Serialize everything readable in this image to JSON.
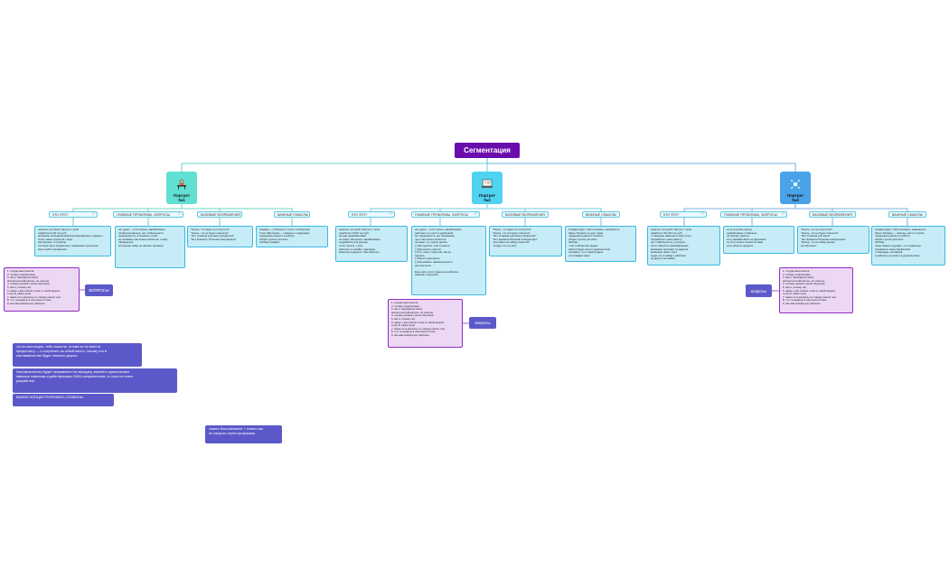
{
  "root": {
    "title": "Сегментация",
    "color": "#6a0dad"
  },
  "portraits": [
    {
      "label_line1": "Портрет",
      "label_line2": "№1",
      "color": "#5fe0d3",
      "icon": "person-at-desk-icon"
    },
    {
      "label_line1": "Портрет",
      "label_line2": "№2",
      "color": "#4fd3f0",
      "icon": "person-with-laptop-icon"
    },
    {
      "label_line1": "Портрет",
      "label_line2": "№3",
      "color": "#4aa3e8",
      "icon": "molecule-network-icon"
    }
  ],
  "categories": {
    "who": "КТО ЭТО?",
    "problems": "ГЛАВНЫЕ ПРОБЛЕМЫ, ЗАПРОСЫ",
    "fears": "БАЗОВЫЕ ВОЗРАЖЕНИЯ",
    "meanings": "ВАЖНЫЕ СМЫСЛЫ"
  },
  "p1": {
    "who": "новичок, который стартует с нуля\nзаработок 0-30 тыс руб\nвозможно приходила мамочка беременные студенты\nхочет новых проектов / ищет\nнастроение: и страшно\nхотелось бы в профессию, понимание процессов\nищет себя в профессии",
    "problems": "нет денег... хотят начать зарабатывать\nпрофессионально, нет стабильности\nнеуверенность в знаниях и себе\nне понимает как искать клиентов, к кому\nобращаться\nвсё делаю сама, не хватает времени",
    "fears": "\"боюсь, что будет не получится\"\n\"боюсь, что не будет клиентов\"\n\"Это сложная для меня профессия\"\n\"Нет времени, большая конкуренция\"",
    "meanings": "Самара — в бизнесе и хочет сообщества\nУчить Вас всему — помощь и поддержка\nподдержка рядом и в работе\nобщие группы для всех\nЛюбовь Самары"
  },
  "p2": {
    "who": "новичок, который стартует с нуля\nзаработок 10-50 тыс руб\nиногда подрабатывает\nне знает, как начать зарабатывать\nподработки для дохода\nхочет понять, с кем\nработает в онлайн / удалённо\nмамочка в декрете / как работать",
    "problems": "нет денег... хотят начать зарабатывать\nработает, но хочет в удалённой\nнет уверенности, нет понимания\nгде и как искать клиентов\nне знает, что нужно делать\n[ ] Как сделать чтоб я смогла\n[ ] Как начать учиться\n[ ] Что такое стратегия, как её\nсделать\n[ ] Как не перегореть\n[ ] Как развить насмотренность\nдля контента\n\nЕще часть хотят уверенно работать\nзаказов и запросов",
    "fears": "\"боюсь, что будет не получится\"\n\"боюсь, что не будет клиентов\"\n\"Это сложная для меня профессия\"\n\"Нет времени большая конкуренция\"\n\"все равно не найду клиентов\"\n\"а вдруг это не моё\"",
    "meanings": "Самара будет тебя понимать, направлять\nЗдесь близкие по духу люди\nподдержка рядом и в работе\nобщие группы для всех\nЛюбовь\nчтоб сообщество рядом\nработа будет идти в удовольствие\nпонимать, что с ними рядом\nчто Самара знает"
  },
  "p3": {
    "who": "новичок, который стартует с нуля\nзаработок 30-100 тыс руб\nс помощью мамочек и кому хочет\nпроработать свою работу\nнет стабильности, у которых\nхотят повысить квалификацию\nвозможно приходит из декрета\nвозможно имеет опыт\nлюди, кто в найме / работает\nза другого на найме",
    "problems": "хочу получать доход\nзарабатывать стабильно\nне хватает работы\nхочу зарабатывать на фрилансе\nне хочу искать клиентов сама\nхочу закрыть кредиты",
    "fears": "\"боюсь, что не получится\"\n\"боюсь, что не будет клиентов\"\n\"Это сложная для меня\"\n\"Нет времени большая конкуренция\"\n\"боюсь, что не найду время\nна обучение\"",
    "meanings": "Самара будет тебя понимать, направлять\nЗдесь близкие — помощь, как и в группе\nподдержка рядом и в работе\nобщие группы для всех\nЛюбовь\nочень важно ощущать, что правильно\nпонимаешь свою профессию\nс помощью, наставник\nи работать на себя и в удовольствие"
  },
  "questions": {
    "label": "ВОПРОСЫ",
    "label_lower": "вопросы",
    "list": "1. откуда меня нашла,\n2. почему подписалась,\n3. как я трансформ своих\nэкспертностей(опросы, их ответы),\n4. почему начала у меня обучение,\n5. как я, почему нет,\n6. какие у вас сейчас точки А, какой видите\nточку Б, какие цели\n7. какие есть вопросы по поводу наших тем\n8. что ты видишь в обучении по мне\n9. как вам комфортно работать"
  },
  "notes": {
    "n1": "ты на настоящее, тебе помогли, готова ли ты внести\nпредоплату — и сохранить за собой место, потому что в\nнаставничестве будет немного дорого.",
    "n2": "Наставничество будет направлено на передачу знаний и практических\nнавыков новичкам и действующим СММ-специалистам, со пока на этапе\nразработки",
    "n3": "ВАЖНО КОНЦЕНТРИРОВАТЬ СОЗВОНЫ",
    "n4": "знаете боль/желание + знаете как\nее закрыть через программы"
  }
}
